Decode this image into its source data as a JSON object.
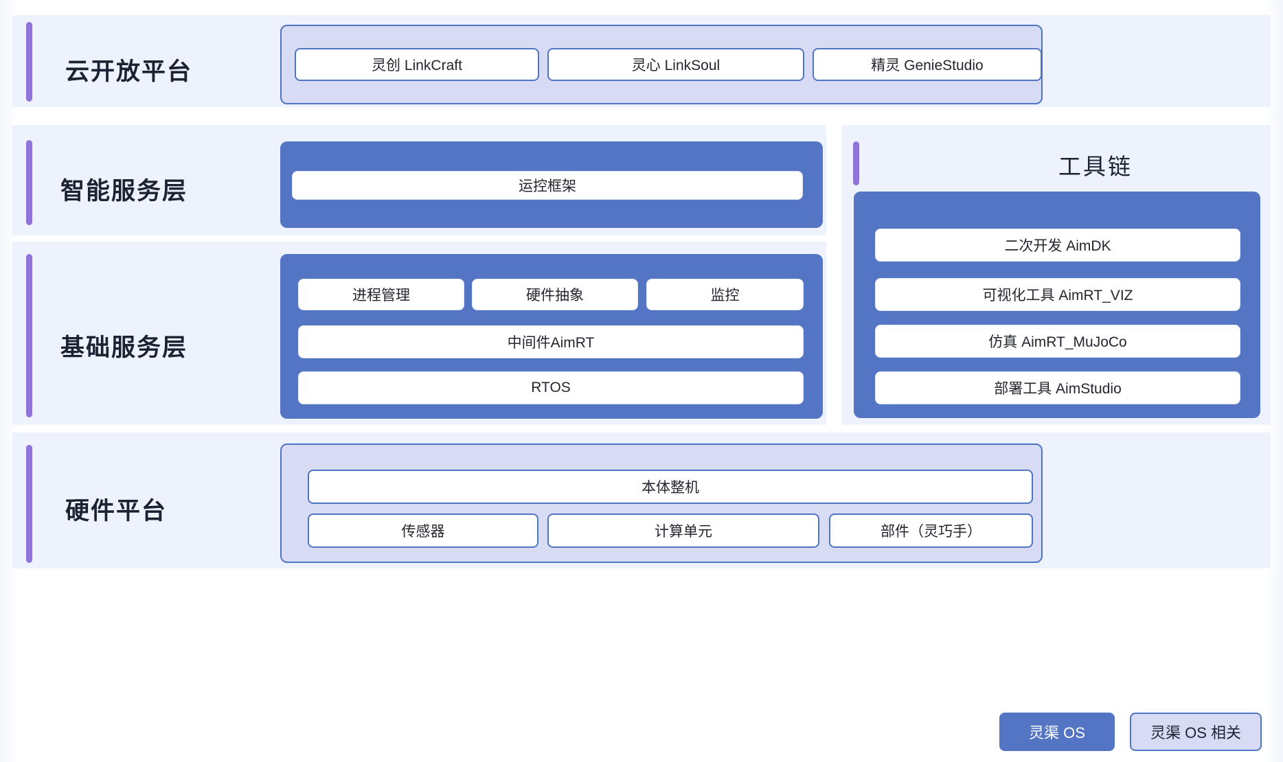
{
  "rows": [
    {
      "label": "云开放平台",
      "panel_kind": "lavender",
      "cards": [
        "灵创 LinkCraft",
        "灵心 LinkSoul",
        "精灵 GenieStudio"
      ]
    },
    {
      "label": "智能服务层",
      "panel_kind": "blue",
      "cards": [
        "运控框架"
      ]
    },
    {
      "label": "基础服务层",
      "panel_kind": "blue",
      "cards_row1": [
        "进程管理",
        "硬件抽象",
        "监控"
      ],
      "cards_row2": "中间件AimRT",
      "cards_row3": "RTOS"
    },
    {
      "label": "硬件平台",
      "panel_kind": "lavender",
      "cards_row1": "本体整机",
      "cards_row2": [
        "传感器",
        "计算单元",
        "部件（灵巧手）"
      ]
    }
  ],
  "toolchain": {
    "title": "工具链",
    "items": [
      "二次开发 AimDK",
      "可视化工具 AimRT_VIZ",
      "仿真 AimRT_MuJoCo",
      "部署工具 AimStudio"
    ]
  },
  "legend": {
    "solid_label": "灵渠 OS",
    "outline_label": "灵渠 OS 相关"
  },
  "colors": {
    "band_bg": "#edf2fc",
    "accent_purple": "#8f74d9",
    "panel_blue": "#5375c4",
    "panel_lavender": "#d7dbf3",
    "border_blue": "#4f74c2",
    "text_dark": "#1d2233",
    "card_white": "#ffffff"
  }
}
